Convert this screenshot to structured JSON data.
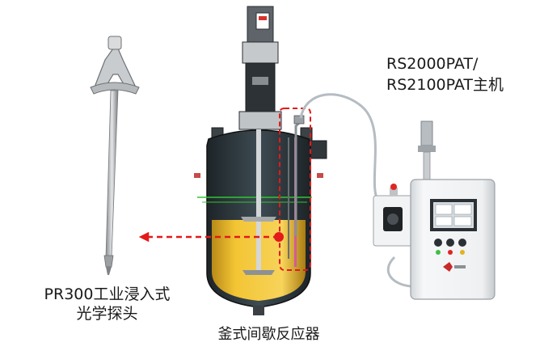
{
  "labels": {
    "probe_line1": "PR300工业浸入式",
    "probe_line2": "光学探头",
    "reactor": "釜式间歇反应器",
    "host_line1": "RS2000PAT/",
    "host_line2": "RS2100PAT主机"
  },
  "colors": {
    "liquid": "#f3c534",
    "vessel_dark": "#2f3b40",
    "arrow": "#e3191b",
    "cabinet": "#eceef0",
    "level_line": "#31c531",
    "cable": "#b5bcc2"
  },
  "icons": [
    "probe-image",
    "reactor-vessel",
    "host-instrument",
    "fiber-cable",
    "arrow-icon"
  ]
}
